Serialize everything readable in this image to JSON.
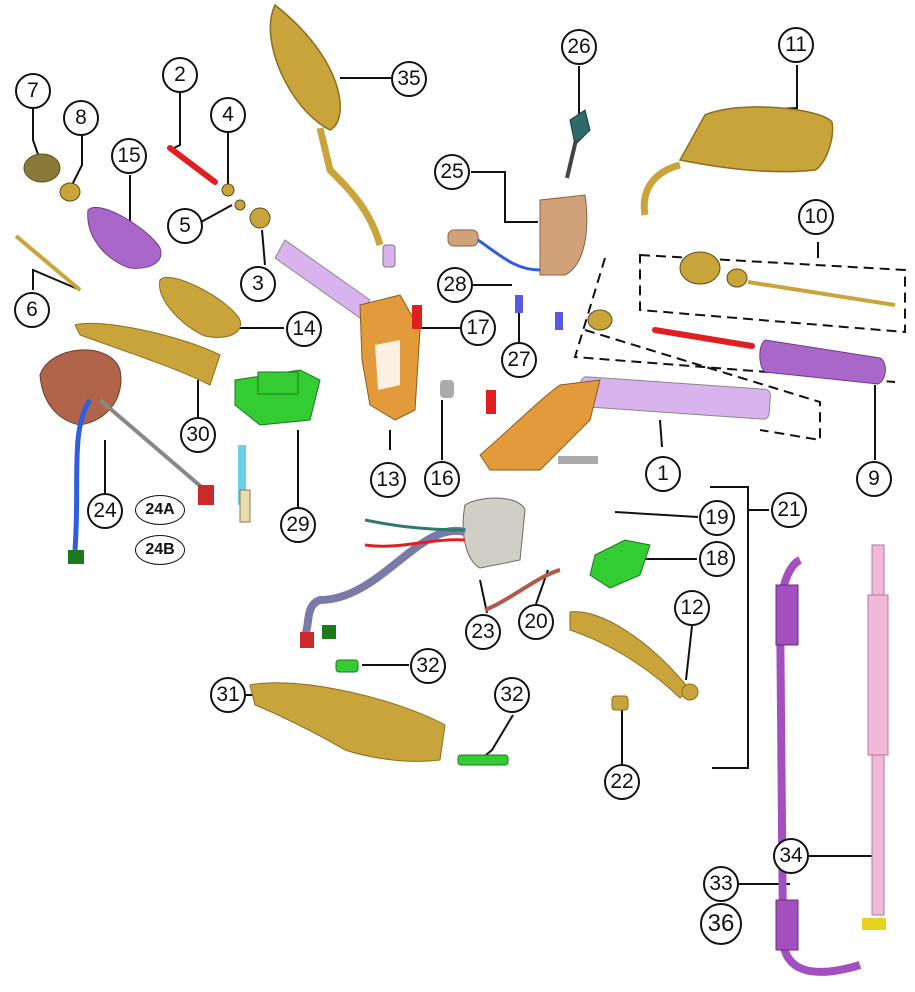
{
  "callouts": {
    "c1": "1",
    "c2": "2",
    "c3": "3",
    "c4": "4",
    "c5": "5",
    "c6": "6",
    "c7": "7",
    "c8": "8",
    "c9": "9",
    "c10": "10",
    "c11": "11",
    "c12": "12",
    "c13": "13",
    "c14": "14",
    "c15": "15",
    "c16": "16",
    "c17": "17",
    "c18": "18",
    "c19": "19",
    "c20": "20",
    "c21": "21",
    "c22": "22",
    "c23": "23",
    "c24": "24",
    "c24a": "24A",
    "c24b": "24B",
    "c25": "25",
    "c26": "26",
    "c27": "27",
    "c28": "28",
    "c29": "29",
    "c30": "30",
    "c31": "31",
    "c32a": "32",
    "c32b": "32",
    "c33": "33",
    "c34": "34",
    "c35": "35",
    "c36": "36"
  },
  "colors": {
    "gold": "#c9a43a",
    "gold_dark": "#8a6d1e",
    "purple": "#a968c9",
    "lilac": "#d9b3ee",
    "orange": "#e39a3a",
    "green": "#33cc33",
    "red": "#e02020",
    "copper": "#b0654a",
    "silver": "#cfcfc6",
    "cable_purple": "#a24fbf",
    "cable_pink": "#f2b8d8",
    "blue": "#2f5fe0"
  }
}
